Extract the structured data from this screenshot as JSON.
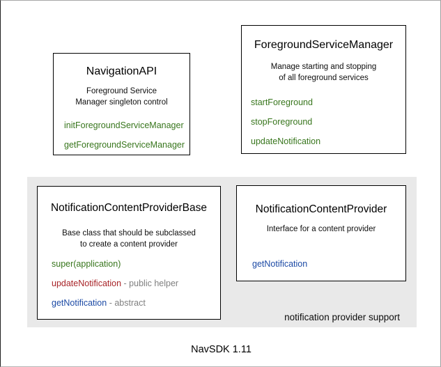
{
  "page": {
    "footer_label": "NavSDK 1.11"
  },
  "colors": {
    "method_green": "#38761d",
    "method_red": "#a82428",
    "method_blue": "#1c4aa5",
    "suffix_gray": "#7f7f7f",
    "group_bg": "#e9e9e9"
  },
  "group": {
    "label": "notification provider support"
  },
  "boxes": {
    "navigation_api": {
      "title": "NavigationAPI",
      "description": "Foreground Service\nManager singleton control",
      "methods": [
        {
          "name": "initForegroundServiceManager"
        },
        {
          "name": "getForegroundServiceManager"
        }
      ]
    },
    "foreground_service_manager": {
      "title": "ForegroundServiceManager",
      "description": "Manage starting and stopping\nof all foreground services",
      "methods": [
        {
          "name": "startForeground"
        },
        {
          "name": "stopForeground"
        },
        {
          "name": "updateNotification"
        }
      ]
    },
    "notification_content_provider_base": {
      "title": "NotificationContentProviderBase",
      "description": "Base class that should be subclassed\nto create a content provider",
      "methods": [
        {
          "name": "super(application)",
          "suffix": ""
        },
        {
          "name": "updateNotification",
          "suffix": " - public helper"
        },
        {
          "name": "getNotification",
          "suffix": " - abstract"
        }
      ]
    },
    "notification_content_provider": {
      "title": "NotificationContentProvider",
      "description": "Interface for a content provider",
      "methods": [
        {
          "name": "getNotification"
        }
      ]
    }
  }
}
